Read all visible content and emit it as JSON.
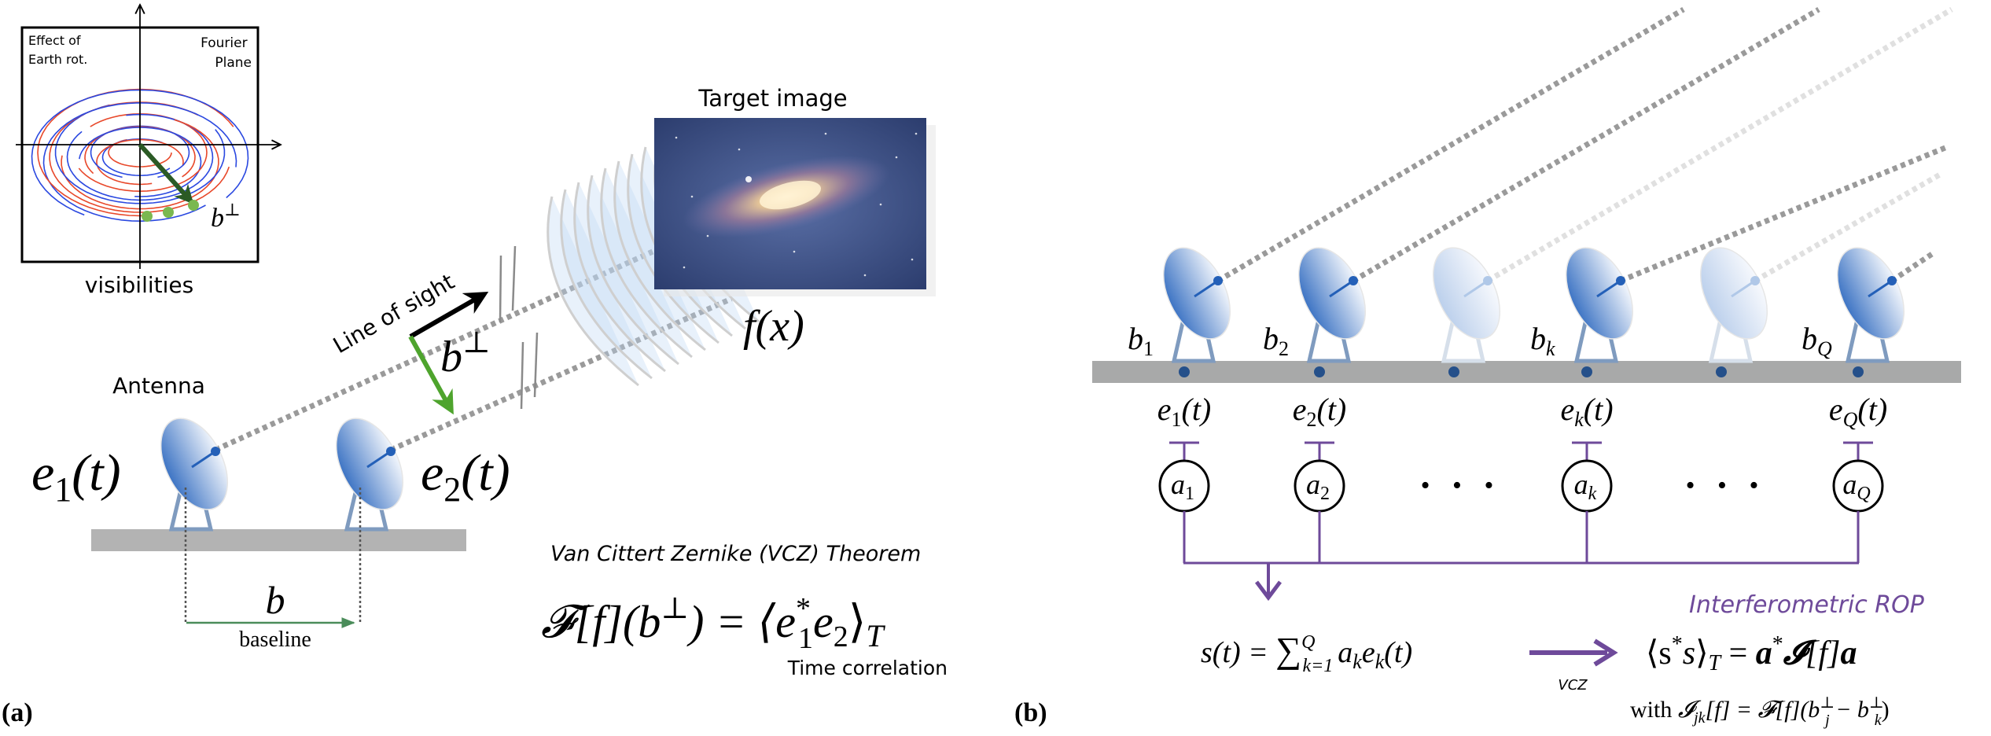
{
  "colors": {
    "dish_dark": "#3d74c4",
    "dish_light": "#f2f6fc",
    "feed": "#2460b8",
    "mount": "#7f9bbf",
    "ground_a": "#b3b3b3",
    "ground_b": "#a8a9a9",
    "ground_dot": "#25508a",
    "los_line": "#9a9a9a",
    "los_line_faint": "#e0e0e0",
    "perp_arrow": "#4ea42d",
    "baseline_arrow": "#4a8c5a",
    "purple": "#6e4a9a",
    "uv_red": "#e8482a",
    "uv_blue": "#2a48e0",
    "uv_vector": "#2b5a25",
    "uv_dots": "#7ab850",
    "wave_fill": "#bcd6f4",
    "wave_edge": "#cfcfcf"
  },
  "panel_a": {
    "label": "(a)",
    "fourier_inset": {
      "top_left_label_line1": "Effect of",
      "top_left_label_line2": "Earth rot.",
      "top_right_label_line1": "Fourier",
      "top_right_label_line2": "Plane",
      "vector_label_base": "b",
      "vector_label_sup": "⊥",
      "caption": "visibilities"
    },
    "antenna_label": "Antenna",
    "e1_label_base": "e",
    "e1_label_sub": "1",
    "e1_label_arg": "(t)",
    "e2_label_base": "e",
    "e2_label_sub": "2",
    "e2_label_arg": "(t)",
    "line_of_sight_label": "Line of sight",
    "b_perp_base": "b",
    "b_perp_sup": "⊥",
    "target_image_title": "Target image",
    "target_image_symbol": "f(x)",
    "baseline_symbol": "b",
    "baseline_caption": "baseline",
    "vcz_title": "Van Cittert Zernike (VCZ) Theorem",
    "vcz_equation_lhs": "𝓕[f](b",
    "vcz_equation_lhs_sup": "⊥",
    "vcz_equation_lhs_close": ") = ⟨e",
    "vcz_equation_e1_sup": "*",
    "vcz_equation_e1_sub": "1",
    "vcz_equation_e2": "e",
    "vcz_equation_e2_sub": "2",
    "vcz_equation_close": "⟩",
    "vcz_equation_T": "T",
    "time_correlation_label": "Time correlation"
  },
  "panel_b": {
    "label": "(b)",
    "antennas": [
      {
        "b_base": "b",
        "b_sub": "1",
        "e_sub": "1",
        "a_sub": "1",
        "active": true
      },
      {
        "b_base": "b",
        "b_sub": "2",
        "e_sub": "2",
        "a_sub": "2",
        "active": true
      },
      {
        "b_base": "",
        "b_sub": "",
        "e_sub": "",
        "a_sub": "",
        "active": false
      },
      {
        "b_base": "b",
        "b_sub": "k",
        "e_sub": "k",
        "a_sub": "k",
        "active": true
      },
      {
        "b_base": "",
        "b_sub": "",
        "e_sub": "",
        "a_sub": "",
        "active": false
      },
      {
        "b_base": "b",
        "b_sub": "Q",
        "e_sub": "Q",
        "a_sub": "Q",
        "active": true
      }
    ],
    "e_base": "e",
    "e_arg": "(t)",
    "a_base": "a",
    "ellipsis": "• • •",
    "interferometric_rop_label": "Interferometric ROP",
    "signal_eq_lhs": "s(t) = ",
    "signal_eq_sum": "∑",
    "signal_eq_sum_sup": "Q",
    "signal_eq_sum_sub": "k=1",
    "signal_eq_term": "a",
    "signal_eq_term_sub": "k",
    "signal_eq_term2": "e",
    "signal_eq_term2_sub": "k",
    "signal_eq_term2_arg": "(t)",
    "vcz_arrow_label": "VCZ",
    "rop_eq_open": "⟨s",
    "rop_eq_sup": "*",
    "rop_eq_s": "s",
    "rop_eq_close": "⟩",
    "rop_eq_T": "T",
    "rop_eq_rhs_eq": " = ",
    "rop_eq_rhs_a": "a",
    "rop_eq_rhs_sup": "*",
    "rop_eq_rhs_I": "𝓘",
    "rop_eq_rhs_f": "[f]",
    "rop_eq_rhs_a2": "a",
    "with_prefix": "with ",
    "with_I": "𝓘",
    "with_I_sub": "jk",
    "with_mid": "[f] = 𝓕[f](b",
    "with_bj_sup": "⊥",
    "with_bj_sub": "j",
    "with_minus": " − b",
    "with_bk_sup": "⊥",
    "with_bk_sub": "k",
    "with_close": ")"
  }
}
